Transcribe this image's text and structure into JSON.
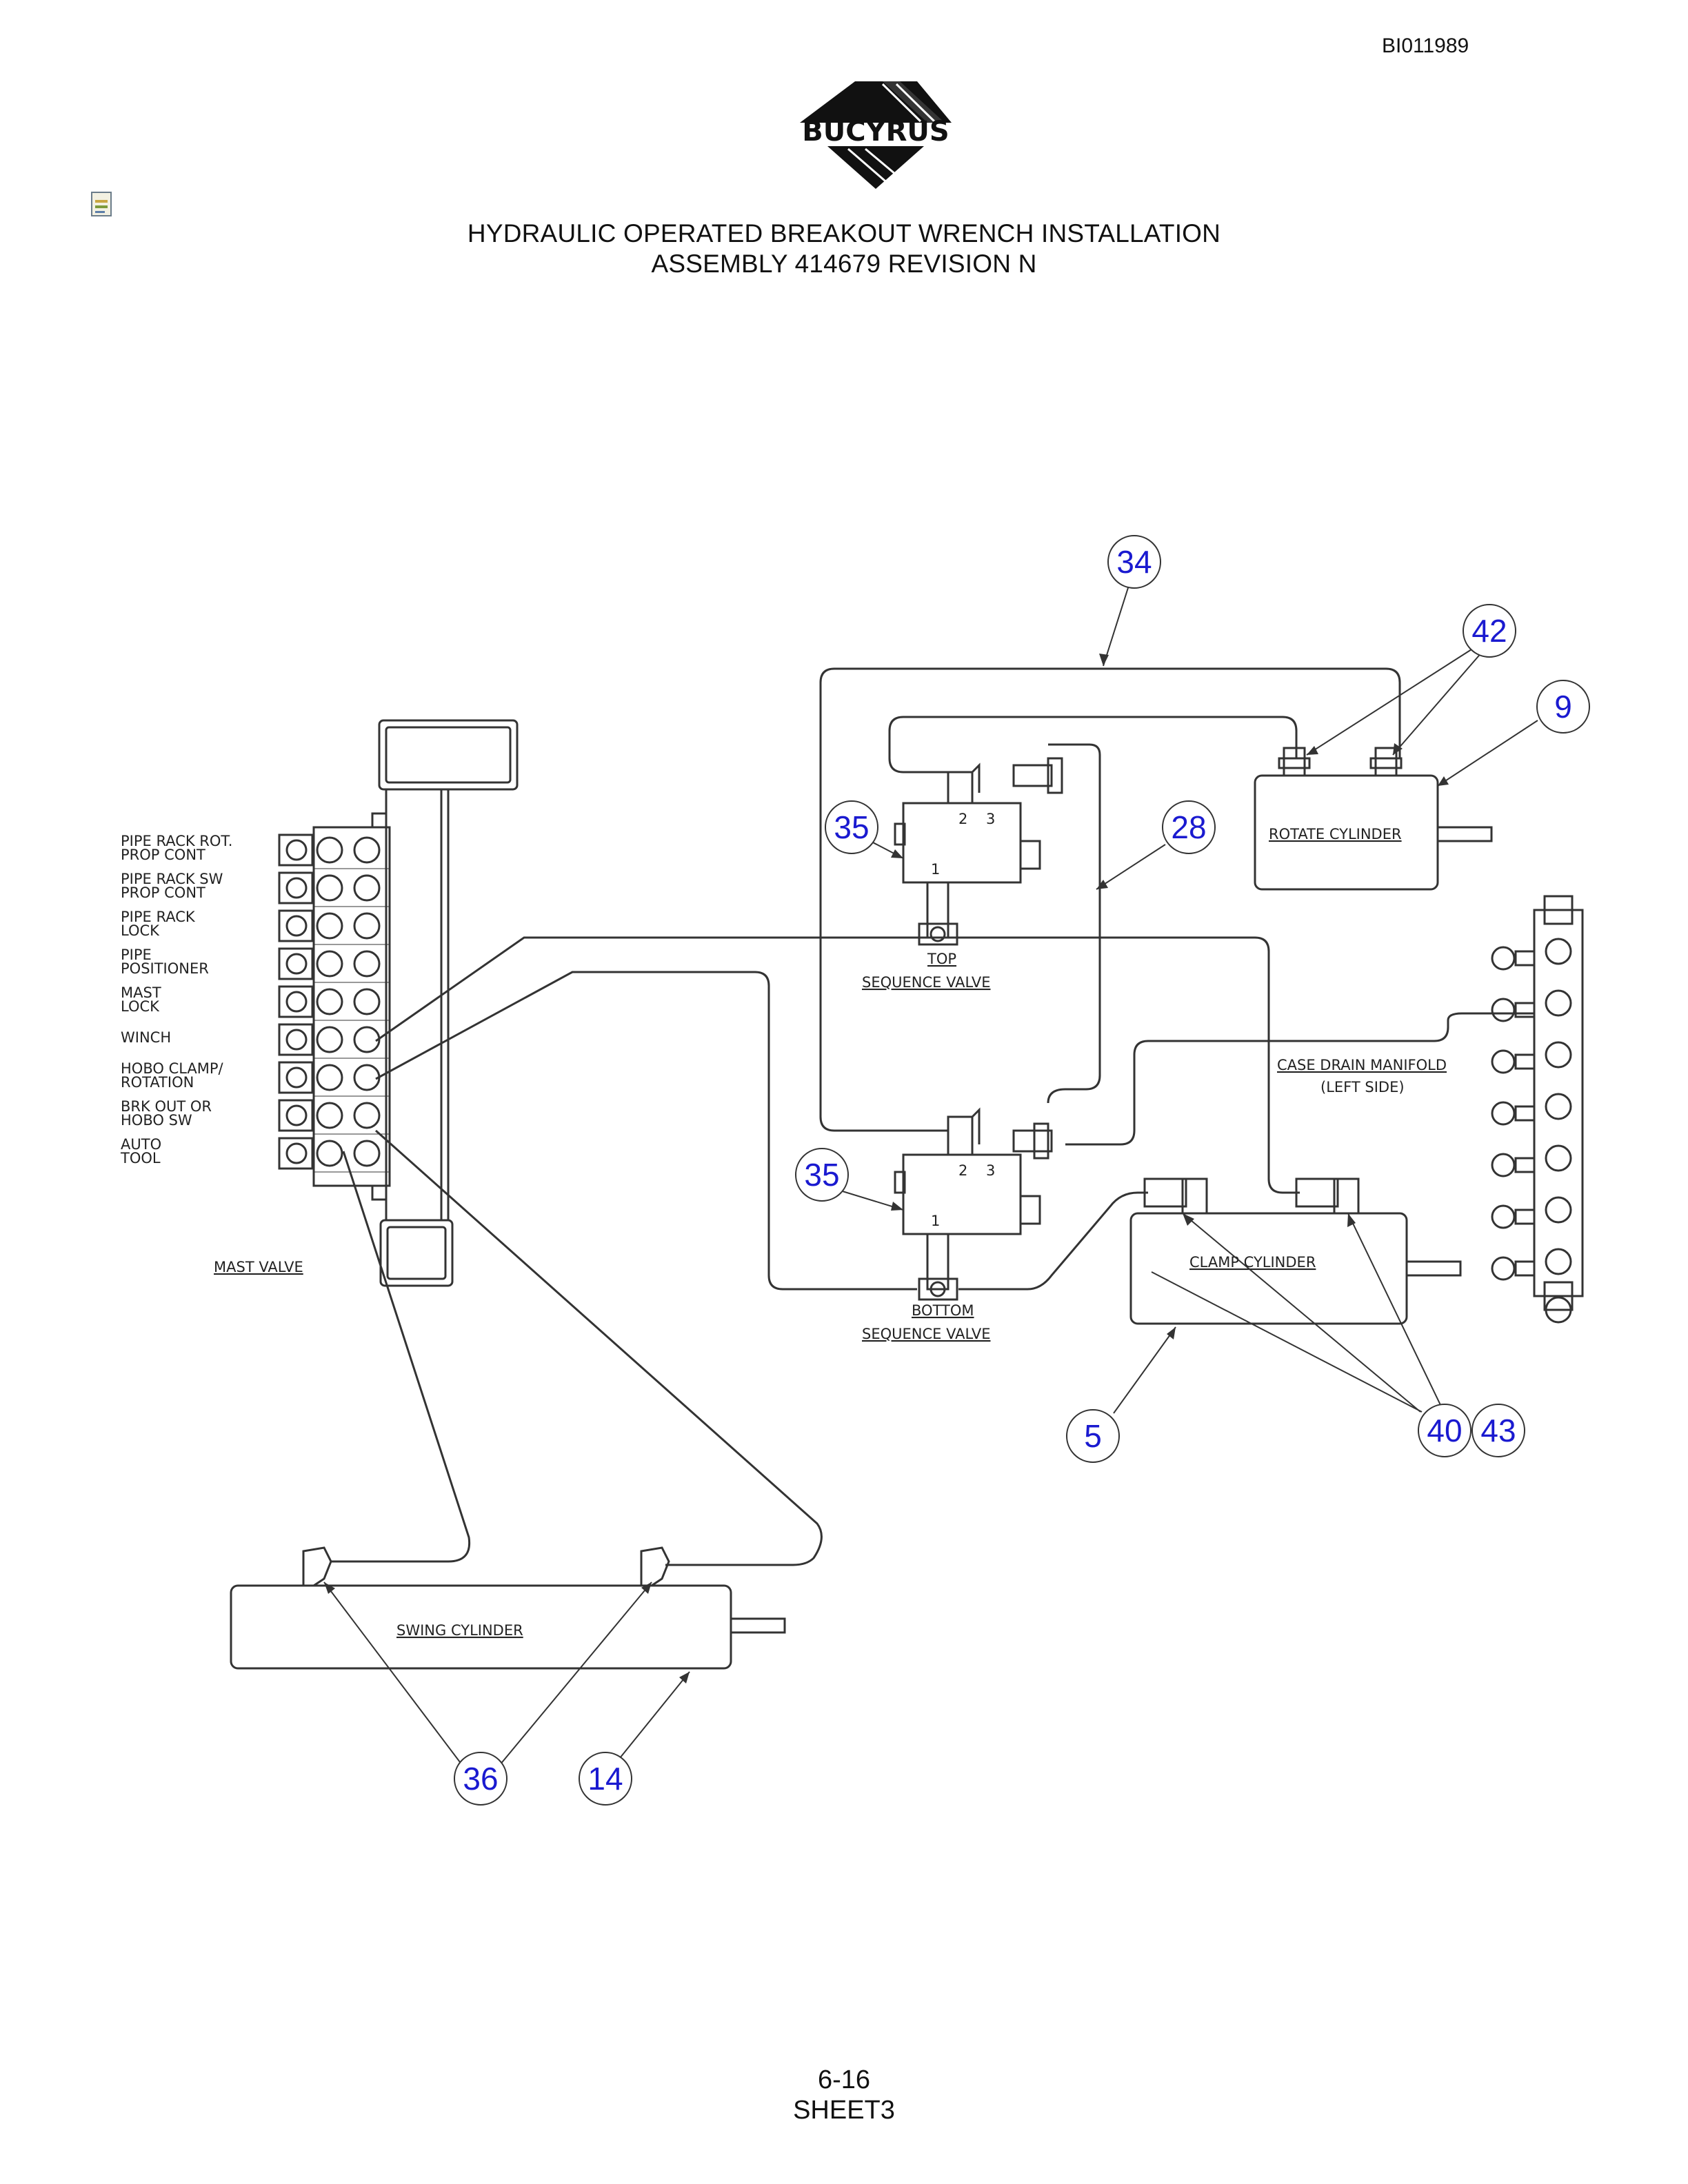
{
  "header": {
    "doc_id": "BI011989",
    "logo_text": "BUCYRUS",
    "title_line1": "HYDRAULIC OPERATED BREAKOUT WRENCH INSTALLATION",
    "title_line2": "ASSEMBLY 414679 REVISION N"
  },
  "mast_valve": {
    "label": "MAST VALVE",
    "functions": [
      [
        "PIPE RACK ROT.",
        "PROP CONT"
      ],
      [
        "PIPE RACK SW",
        "PROP CONT"
      ],
      [
        "PIPE RACK",
        "LOCK"
      ],
      [
        "PIPE",
        "POSITIONER"
      ],
      [
        "MAST",
        "LOCK"
      ],
      [
        "WINCH",
        ""
      ],
      [
        "HOBO CLAMP/",
        "ROTATION"
      ],
      [
        "BRK OUT OR",
        "HOBO SW"
      ],
      [
        "AUTO",
        "TOOL"
      ]
    ]
  },
  "components": {
    "top_valve": [
      "TOP",
      "SEQUENCE VALVE"
    ],
    "bottom_valve": [
      "BOTTOM",
      "SEQUENCE VALVE"
    ],
    "rotate_cylinder": "ROTATE CYLINDER",
    "clamp_cylinder": "CLAMP CYLINDER",
    "swing_cylinder": "SWING CYLINDER",
    "case_drain": [
      "CASE DRAIN MANIFOLD",
      "(LEFT SIDE)"
    ],
    "port_1": "1",
    "port_2": "2",
    "port_3": "3"
  },
  "callouts": [
    "34",
    "42",
    "9",
    "35",
    "28",
    "35",
    "5",
    "40",
    "43",
    "36",
    "14"
  ],
  "footer": {
    "page": "6-16",
    "sheet": "SHEET3"
  },
  "colors": {
    "callout": "#1a1ad0",
    "line": "#333333"
  }
}
